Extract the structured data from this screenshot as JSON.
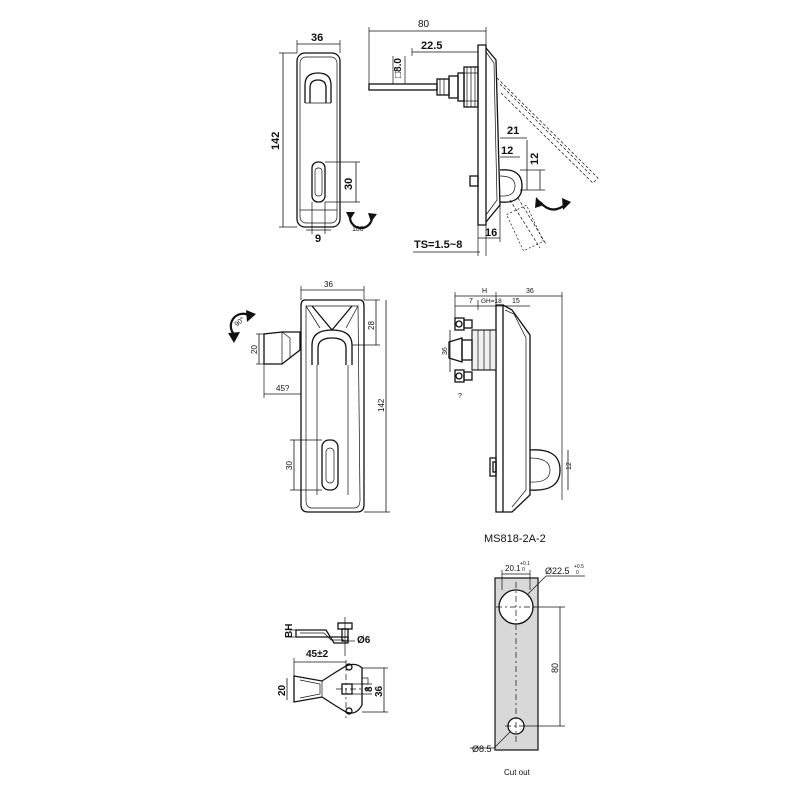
{
  "view1": {
    "width": "36",
    "height": "142",
    "slot_length": "30",
    "slot_width": "9",
    "rotation": "180°"
  },
  "view2": {
    "depth": "80",
    "shaft_length": "22.5",
    "square": "□8.0",
    "d21": "21",
    "d12a": "12",
    "d12b": "12",
    "d16": "16",
    "ts": "TS=1.5~8"
  },
  "view3": {
    "width": "36",
    "top": "28",
    "height": "142",
    "slot_length": "30",
    "cam_height": "20",
    "cam_length": "45?",
    "rotation": "90°"
  },
  "view4": {
    "h": "H",
    "d7": "7",
    "gh": "GH=18",
    "d15": "15",
    "d36": "36",
    "side36": "36",
    "q": "?",
    "d12": "12",
    "model": "MS818-2A-2"
  },
  "view5": {
    "bh": "BH",
    "pin": "Ø6",
    "length": "45±2",
    "d20": "20",
    "square": "8",
    "d36": "36"
  },
  "view6": {
    "d20_1": "20.1",
    "d20_1_tol_up": "+0.1",
    "d20_1_tol_low": "0",
    "hole_big": "Ø22.5",
    "hole_big_tol_up": "+0.5",
    "hole_big_tol_low": "0",
    "pitch": "80",
    "hole_small": "Ø8.5",
    "caption": "Cut out"
  }
}
